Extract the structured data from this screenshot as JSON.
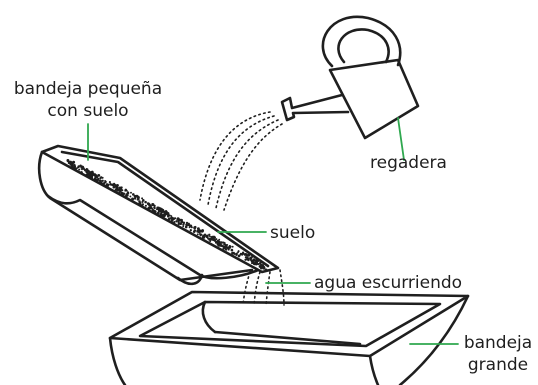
{
  "labels": {
    "small_tray_line1": "bandeja pequeña",
    "small_tray_line2": "con suelo",
    "watering_can": "regadera",
    "soil": "suelo",
    "water_draining": "agua escurriendo",
    "large_tray_line1": "bandeja",
    "large_tray_line2": "grande"
  },
  "colors": {
    "line": "#1f1f1f",
    "leader": "#2fa84f",
    "background": "#ffffff"
  }
}
